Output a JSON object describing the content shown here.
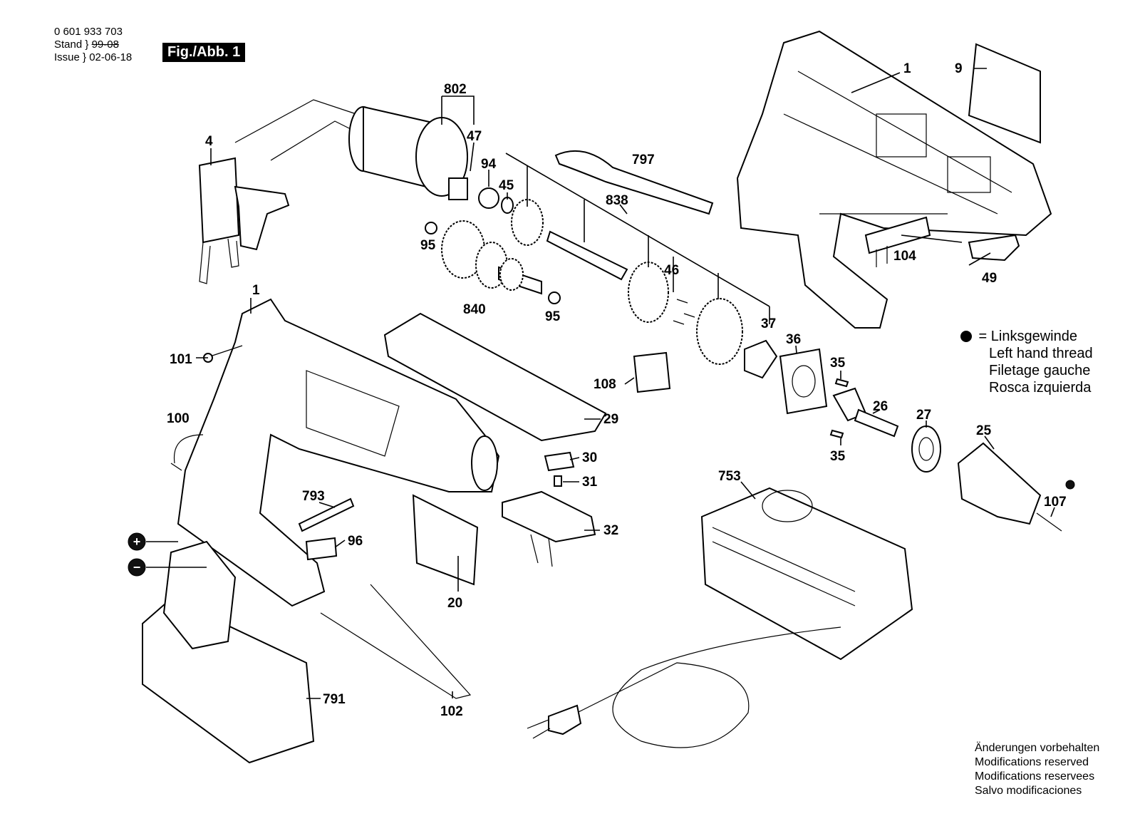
{
  "header": {
    "part_number": "0 601 933 703",
    "stand_label": "Stand",
    "stand_value": "99-08",
    "issue_label": "Issue",
    "issue_value": "02-06-18",
    "figure_label": "Fig./Abb. 1"
  },
  "legend": {
    "symbol": "● =",
    "lines": [
      "Linksgewinde",
      "Left hand thread",
      "Filetage gauche",
      "Rosca izquierda"
    ]
  },
  "notes": [
    "Änderungen vorbehalten",
    "Modifications reserved",
    "Modifications reservees",
    "Salvo modificaciones"
  ],
  "callouts": {
    "p1_top": "1",
    "p9": "9",
    "p802": "802",
    "p47": "47",
    "p4": "4",
    "p94": "94",
    "p45": "45",
    "p797": "797",
    "p838": "838",
    "p95_a": "95",
    "p95_b": "95",
    "p840": "840",
    "p46": "46",
    "p104": "104",
    "p49": "49",
    "p1_left": "1",
    "p101": "101",
    "p37": "37",
    "p36": "36",
    "p35_a": "35",
    "p35_b": "35",
    "p26": "26",
    "p27": "27",
    "p25": "25",
    "p107": "107",
    "p108": "108",
    "p29": "29",
    "p100": "100",
    "p30": "30",
    "p31": "31",
    "p793": "793",
    "p96": "96",
    "p32": "32",
    "p753": "753",
    "p20": "20",
    "p791": "791",
    "p102": "102"
  },
  "polarity": {
    "plus": "+",
    "minus": "−"
  }
}
